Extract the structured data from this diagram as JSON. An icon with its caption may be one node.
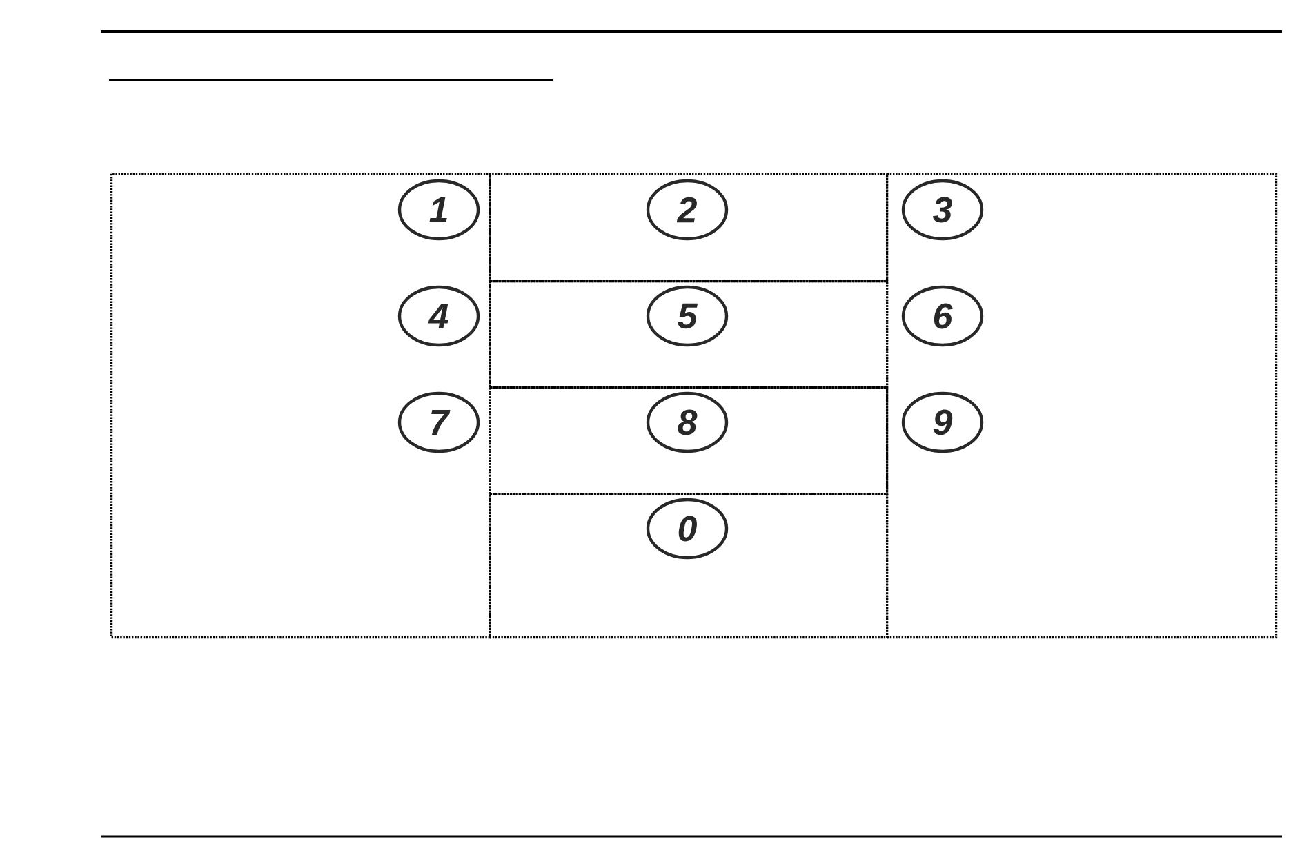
{
  "diagram": {
    "nodes": [
      {
        "text": [],
        "shape": "box"
      },
      {
        "text": [
          "1"
        ],
        "in": 0
      },
      {
        "text": [
          "4"
        ],
        "in": 0
      },
      {
        "text": [
          "7"
        ],
        "in": 0
      },
      {
        "text": [],
        "shape": "box"
      },
      {
        "text": [
          "2"
        ],
        "in": 4
      },
      {
        "text": [],
        "shape": "box"
      },
      {
        "text": [
          "5"
        ],
        "in": 6
      },
      {
        "text": [],
        "shape": "box"
      },
      {
        "text": [
          "8"
        ],
        "in": 8
      },
      {
        "text": [],
        "shape": "box"
      },
      {
        "text": [
          "0"
        ],
        "in": 10
      },
      {
        "text": [],
        "shape": "box"
      },
      {
        "text": [
          "3"
        ],
        "in": 12
      },
      {
        "text": [
          "6"
        ],
        "in": 12
      },
      {
        "text": [
          "9"
        ],
        "in": 12
      }
    ]
  }
}
